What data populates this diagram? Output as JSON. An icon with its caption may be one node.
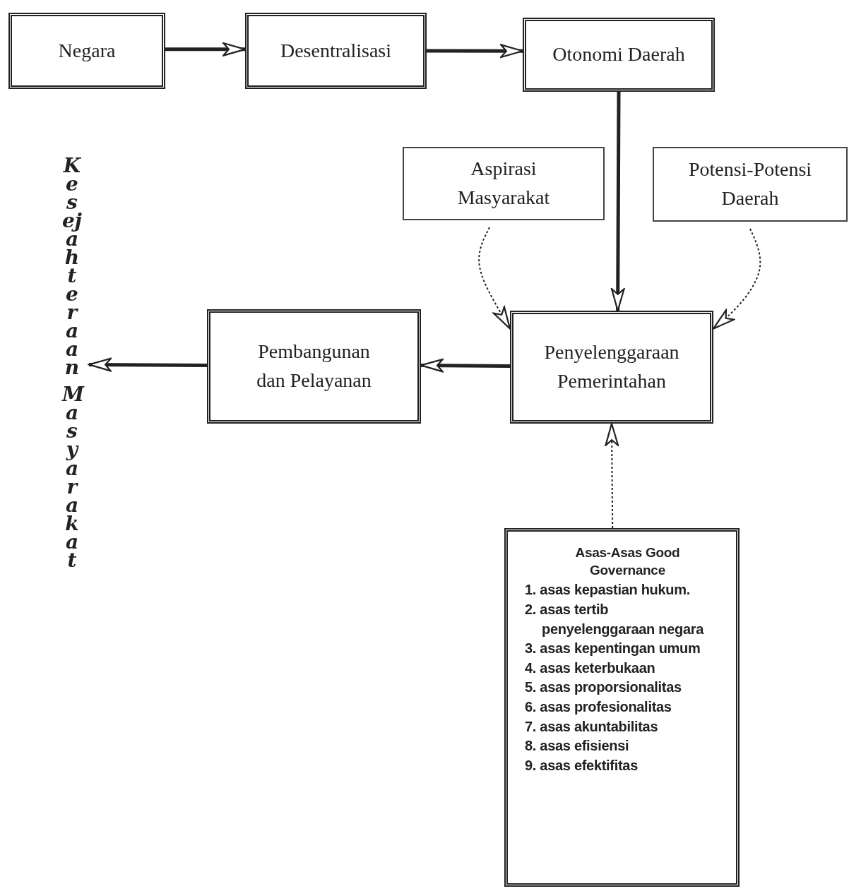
{
  "diagram": {
    "nodes": [
      {
        "text": [
          "Negara"
        ]
      },
      {
        "text": [
          "Desentralisasi"
        ]
      },
      {
        "text": [
          "Otonomi Daerah"
        ]
      },
      {
        "text": [
          "Aspirasi Masyarakat"
        ]
      },
      {
        "text": [
          "Potensi-Potensi Daerah"
        ]
      },
      {
        "text": [
          "Penyelenggaraan Pemerintahan"
        ]
      },
      {
        "text": [
          "Pembangunan dan Pelayanan"
        ]
      },
      {
        "text": [
          "Kesejahteraan Masyarakat"
        ]
      },
      {
        "text": [
          "Asas-Asas Good Governance",
          "1. asas kepastian hukum.",
          "2. asas tertib penyelenggaraan negara",
          "3. asas kepentingan umum",
          "4. asas keterbukaan",
          "5. asas proporsionalitas",
          "6. asas profesionalitas",
          "7. asas akuntabilitas",
          "8. asas efisiensi",
          "9. asas efektifitas"
        ]
      }
    ],
    "edges": [
      {
        "from": 0,
        "to": 1,
        "arrow": "to"
      },
      {
        "from": 1,
        "to": 2,
        "arrow": "to"
      },
      {
        "from": 2,
        "to": 5,
        "arrow": "to"
      },
      {
        "from": 3,
        "to": 5,
        "arrow": "to",
        "style": "dashed"
      },
      {
        "from": 4,
        "to": 5,
        "arrow": "to",
        "style": "dashed"
      },
      {
        "from": 5,
        "to": 6,
        "arrow": "to"
      },
      {
        "from": 6,
        "to": 7,
        "arrow": "to"
      },
      {
        "from": 8,
        "to": 5,
        "arrow": "to",
        "style": "dashed"
      }
    ]
  }
}
